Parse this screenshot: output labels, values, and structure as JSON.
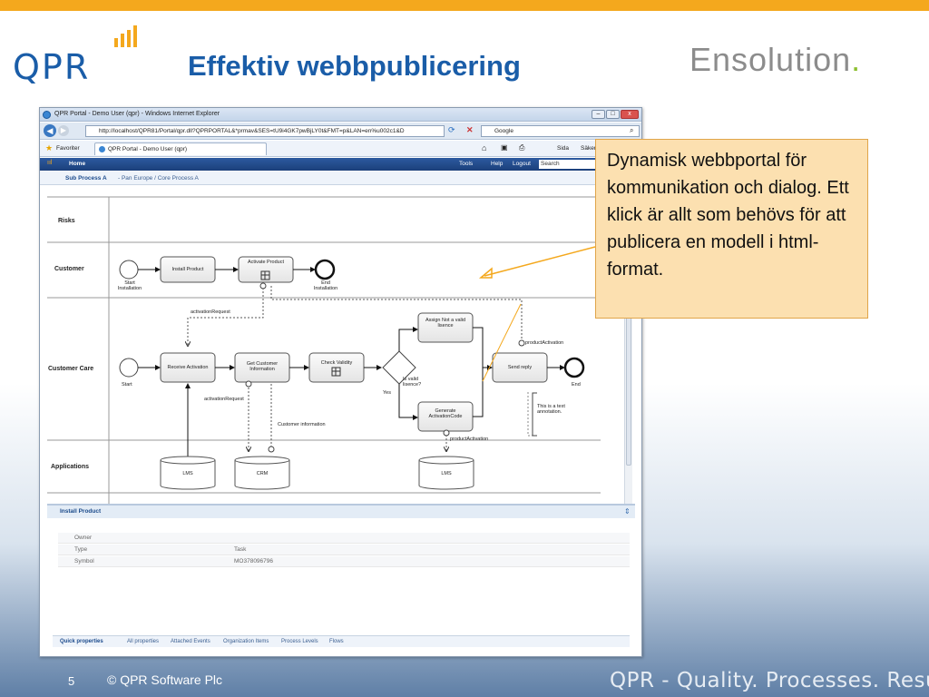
{
  "slide": {
    "title": "Effektiv webbpublicering",
    "brand_left": "QPR",
    "brand_right": "Ensolution",
    "brand_right_dot": ".",
    "page_number": "5",
    "copyright": "© QPR Software Plc",
    "tagline": "QPR - Quality. Processes. Results.",
    "callout": "Dynamisk webbportal för kommunikation och dialog. Ett klick är allt som behövs för att publicera en modell i html-format."
  },
  "colors": {
    "accent_orange": "#f4a81d",
    "title_blue": "#1a5da8",
    "brand_green": "#8cbf2e",
    "callout_fill": "#fce0b0"
  },
  "browser": {
    "window_title": "QPR Portal - Demo User (qpr) - Windows Internet Explorer",
    "address": "http://localhost/QPR81/Portal/qpr.dll?QPRPORTAL&*prmav&SES=tU9i4GK7pwBjLY0t&FMT=p&LAN=en%u002c1&D",
    "search_engine": "Google",
    "favorites_label": "Favoriter",
    "tab_label": "QPR Portal - Demo User (qpr)",
    "page_menu": "Sida",
    "safety_menu": "Säkerh",
    "home_menu": "Home",
    "tools_menu": "Tools",
    "help_link": "Help",
    "logout_link": "Logout",
    "search_placeholder": "Search",
    "breadcrumb_title": "Sub Process A",
    "breadcrumb_path": "- Pan Europe / Core Process A"
  },
  "diagram": {
    "lanes": [
      "Risks",
      "Customer",
      "Customer Care",
      "Applications"
    ],
    "nodes": {
      "start_installation": "Start Installation",
      "install_product": "Install Product",
      "activate_product": "Activate Product",
      "end_installation": "End Installation",
      "start": "Start",
      "receive_activation": "Receive Activation",
      "get_customer_info": "Get Customer Information",
      "check_validity": "Check Validity",
      "gateway": "Is valid lisence?",
      "yes": "Yes",
      "assign_not_valid": "Assign Not a valid lisence",
      "generate_code": "Generate ActivationCode",
      "send_reply": "Send reply",
      "end": "End",
      "annotation": "This is a text annotation.",
      "lms1": "LMS",
      "crm": "CRM",
      "lms2": "LMS"
    },
    "flows": {
      "activation_request_1": "activationRequest",
      "activation_request_2": "activationRequest",
      "customer_information": "Customer information",
      "product_activation_1": "productActivation",
      "product_activation_2": "productActivation"
    }
  },
  "properties": {
    "header": "Install Product",
    "rows": [
      {
        "label": "Owner",
        "value": ""
      },
      {
        "label": "Type",
        "value": "Task"
      },
      {
        "label": "Symbol",
        "value": "MO378096796"
      }
    ],
    "tabs": [
      "Quick properties",
      "All properties",
      "Attached Events",
      "Organization Items",
      "Process Levels",
      "Flows"
    ]
  }
}
